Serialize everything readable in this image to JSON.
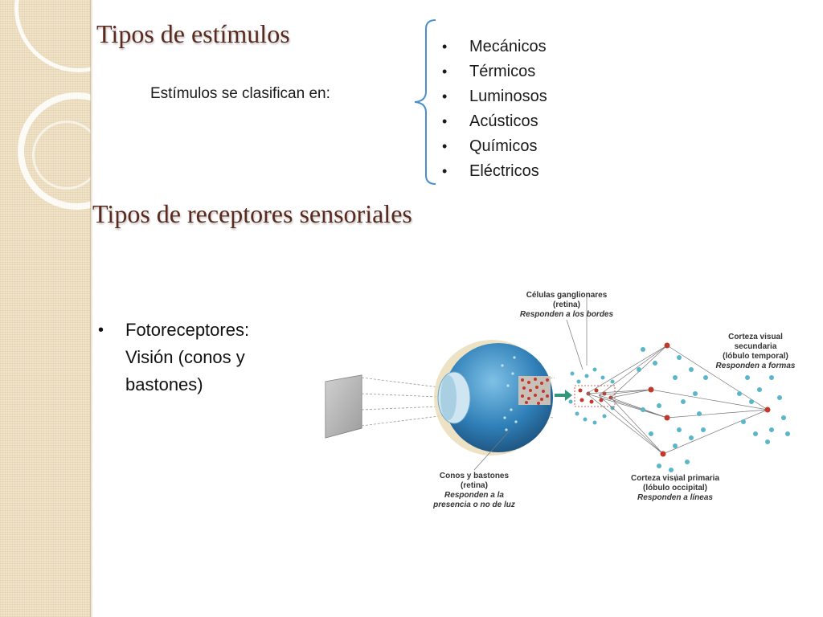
{
  "slide": {
    "title_stimuli": "Tipos de estímulos",
    "subtitle": "Estímulos se clasifican en:",
    "stimuli": [
      "Mecánicos",
      "Térmicos",
      "Luminosos",
      "Acústicos",
      "Químicos",
      "Eléctricos"
    ],
    "title_receptors": "Tipos de receptores sensoriales",
    "photoreceptor_lines": [
      "Fotoreceptores:",
      "Visión (conos y",
      "bastones)"
    ]
  },
  "diagram": {
    "ganglion": [
      "Células ganglionares",
      "(retina)",
      "Responden a los bordes"
    ],
    "secondary": [
      "Corteza visual",
      "secundaria",
      "(lóbulo temporal)",
      "Responden a formas"
    ],
    "cones": [
      "Conos y bastones",
      "(retina)",
      "Responden a la",
      "presencia o no de luz"
    ],
    "primary": [
      "Corteza visual primaria",
      "(lóbulo occipital)",
      "Responden a líneas"
    ]
  },
  "colors": {
    "title": "#5a2a1e",
    "sidebar": "#f0e3c7",
    "bracket": "#4a8fc9",
    "eye": "#2f7fb8",
    "neuron_red": "#c0392b",
    "neuron_blue": "#5bb6c9",
    "arrow": "#2e9a7a"
  }
}
